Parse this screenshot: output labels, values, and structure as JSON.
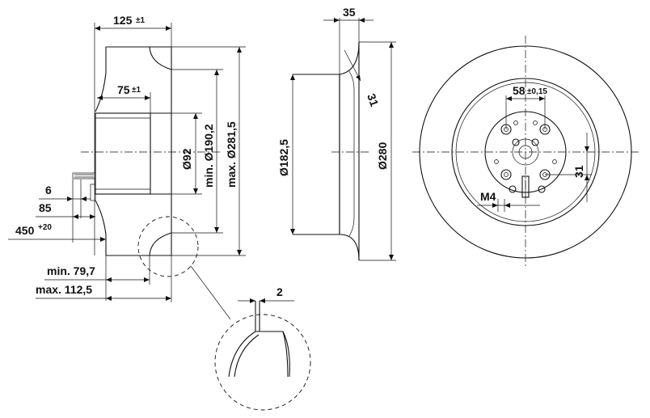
{
  "dimensions": {
    "width_125": "125",
    "width_125_tol": "±1",
    "width_75": "75",
    "width_75_tol": "±1",
    "dim_6": "6",
    "dim_85": "85",
    "dim_450": "450",
    "dim_450_tol": "+20",
    "min_79_7": "min. 79,7",
    "max_112_5": "max. 112,5",
    "dia_92": "Ø92",
    "dia_min_190_2": "min. Ø190,2",
    "dia_max_281_5": "max. Ø281,5",
    "dim_35": "35",
    "dim_31_angle": "31",
    "dia_182_5": "Ø182,5",
    "dia_280": "Ø280",
    "dim_58": "58",
    "dim_58_tol": "±0,15",
    "dim_31_vertical": "31",
    "thread_m4": "M4",
    "detail_2": "2"
  }
}
